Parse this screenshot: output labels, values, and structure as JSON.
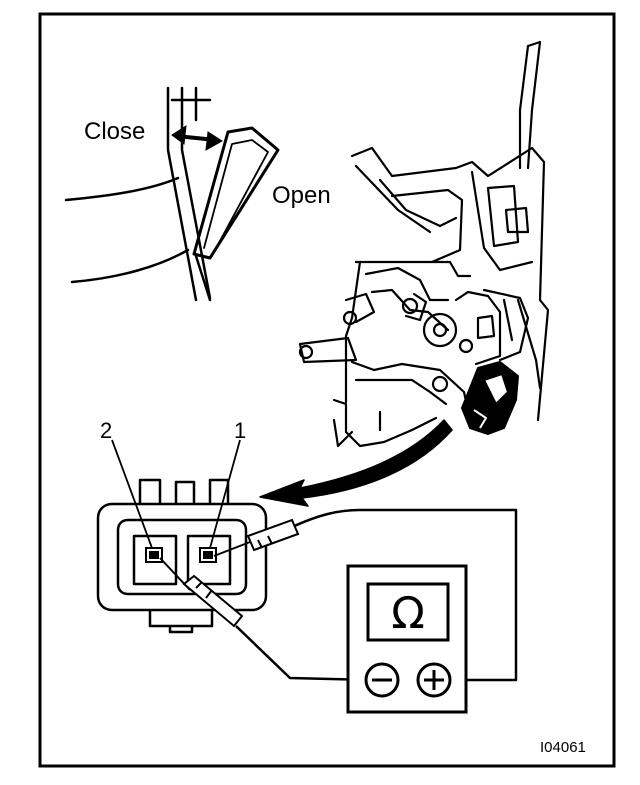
{
  "labels": {
    "close": "Close",
    "open": "Open",
    "pin_2": "2",
    "pin_1": "1",
    "figure_code": "I04061"
  },
  "meter": {
    "display_symbol": "Ω",
    "negative_symbol": "−",
    "positive_symbol": "+"
  },
  "icons": {
    "meter": "ohmmeter-icon",
    "negative_terminal": "minus-terminal-icon",
    "positive_terminal": "plus-terminal-icon",
    "arrow": "curved-arrow-icon"
  }
}
